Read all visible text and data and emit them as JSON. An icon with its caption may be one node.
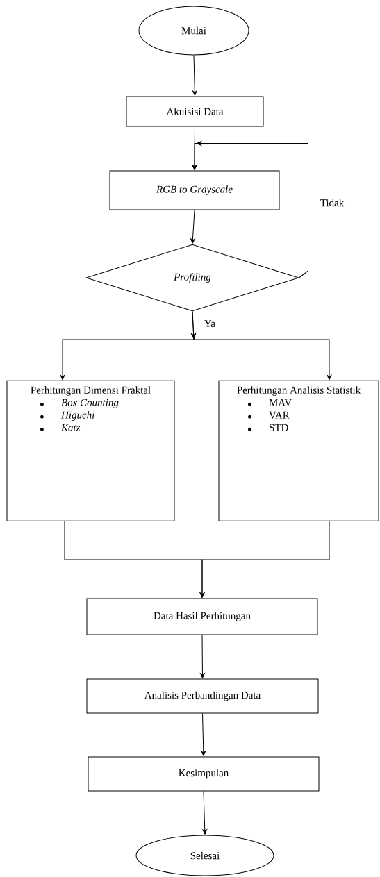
{
  "diagram": {
    "nodes": [
      {
        "text": [
          "Mulai"
        ]
      },
      {
        "text": [
          "Akuisisi Data"
        ]
      },
      {
        "text": [
          "RGB to Grayscale"
        ]
      },
      {
        "text": [
          "Profiling"
        ]
      },
      {
        "text": [
          "Perhitungan Dimensi Fraktal",
          "Box Counting",
          "Higuchi",
          "Katz"
        ]
      },
      {
        "text": [
          "Perhitungan Analisis Statistik",
          "MAV",
          "VAR",
          "STD"
        ]
      },
      {
        "text": [
          "Data Hasil Perhitungan"
        ]
      },
      {
        "text": [
          "Analisis Perbandingan Data"
        ]
      },
      {
        "text": [
          "Kesimpulan"
        ]
      },
      {
        "text": [
          "Selesai"
        ]
      }
    ],
    "edges": [
      {
        "from": 0,
        "to": 1,
        "arrow": "to"
      },
      {
        "from": 1,
        "to": 2,
        "arrow": "to"
      },
      {
        "from": 2,
        "to": 3,
        "arrow": "to"
      },
      {
        "from": 3,
        "to": 2,
        "arrow": "to",
        "label": "Tidak"
      },
      {
        "from": 3,
        "to": 4,
        "arrow": "to",
        "label": "Ya"
      },
      {
        "from": 3,
        "to": 5,
        "arrow": "to"
      },
      {
        "from": 4,
        "to": 6,
        "arrow": "to"
      },
      {
        "from": 5,
        "to": 6,
        "arrow": "to"
      },
      {
        "from": 6,
        "to": 7,
        "arrow": "to"
      },
      {
        "from": 7,
        "to": 8,
        "arrow": "to"
      },
      {
        "from": 8,
        "to": 9,
        "arrow": "to"
      }
    ]
  }
}
